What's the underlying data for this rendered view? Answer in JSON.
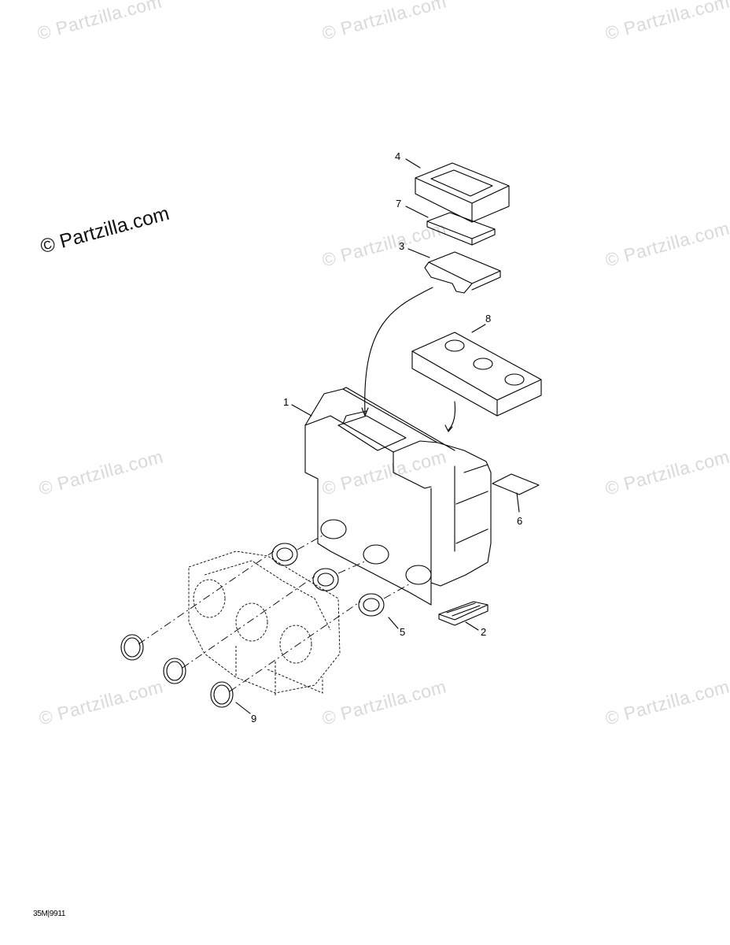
{
  "watermark": {
    "text": "© Partzilla.com",
    "color": "#d9d9d9"
  },
  "brand_label": "© Partzilla.com",
  "callouts": [
    "1",
    "2",
    "3",
    "4",
    "5",
    "6",
    "7",
    "8",
    "9"
  ],
  "figure_ref": "35M|9911",
  "colors": {
    "line": "#000000",
    "watermark": "#d9d9d9",
    "background": "#ffffff"
  }
}
